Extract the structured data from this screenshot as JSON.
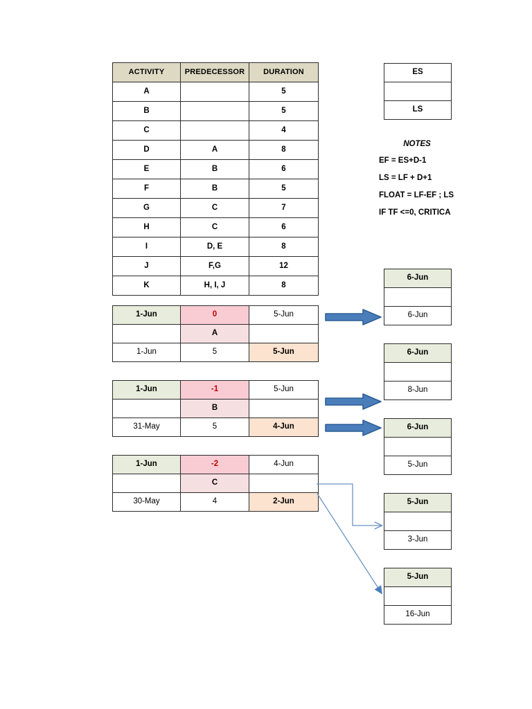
{
  "activity_table": {
    "headers": [
      "ACTIVITY",
      "PREDECESSOR",
      "DURATION"
    ],
    "rows": [
      {
        "activity": "A",
        "predecessor": "",
        "duration": "5"
      },
      {
        "activity": "B",
        "predecessor": "",
        "duration": "5"
      },
      {
        "activity": "C",
        "predecessor": "",
        "duration": "4"
      },
      {
        "activity": "D",
        "predecessor": "A",
        "duration": "8"
      },
      {
        "activity": "E",
        "predecessor": "B",
        "duration": "6"
      },
      {
        "activity": "F",
        "predecessor": "B",
        "duration": "5"
      },
      {
        "activity": "G",
        "predecessor": "C",
        "duration": "7"
      },
      {
        "activity": "H",
        "predecessor": "C",
        "duration": "6"
      },
      {
        "activity": "I",
        "predecessor": "D, E",
        "duration": "8"
      },
      {
        "activity": "J",
        "predecessor": "F,G",
        "duration": "12"
      },
      {
        "activity": "K",
        "predecessor": "H, I, J",
        "duration": "8"
      }
    ]
  },
  "legend": {
    "top": "ES",
    "middle": "",
    "bottom": "LS"
  },
  "notes": {
    "title": "NOTES",
    "lines": [
      "EF = ES+D-1",
      "LS = LF + D+1",
      "FLOAT = LF-EF ; LS",
      "IF TF <=0, CRITICA"
    ]
  },
  "nodes": [
    {
      "id": "node-a",
      "es": "1-Jun",
      "float": "0",
      "ef": "5-Jun",
      "mid_left": "",
      "label": "A",
      "mid_right": "",
      "ls": "1-Jun",
      "duration": "5",
      "lf": "5-Jun"
    },
    {
      "id": "node-b",
      "es": "1-Jun",
      "float": "-1",
      "ef": "5-Jun",
      "mid_left": "",
      "label": "B",
      "mid_right": "",
      "ls": "31-May",
      "duration": "5",
      "lf": "4-Jun"
    },
    {
      "id": "node-c",
      "es": "1-Jun",
      "float": "-2",
      "ef": "4-Jun",
      "mid_left": "",
      "label": "C",
      "mid_right": "",
      "ls": "30-May",
      "duration": "4",
      "lf": "2-Jun"
    }
  ],
  "mininodes": [
    {
      "id": "mini-1",
      "top": "6-Jun",
      "middle": "",
      "bottom": "6-Jun"
    },
    {
      "id": "mini-2",
      "top": "6-Jun",
      "middle": "",
      "bottom": "8-Jun"
    },
    {
      "id": "mini-3",
      "top": "6-Jun",
      "middle": "",
      "bottom": "5-Jun"
    },
    {
      "id": "mini-4",
      "top": "5-Jun",
      "middle": "",
      "bottom": "3-Jun"
    },
    {
      "id": "mini-5",
      "top": "5-Jun",
      "middle": "",
      "bottom": "16-Jun"
    }
  ],
  "colors": {
    "table_header": "#ddd9c3",
    "es_green": "#e8ecdc",
    "float_pink": "#f9ccd4",
    "label_pink": "#f6dfe1",
    "lf_peach": "#fce3d0",
    "float_text": "#c00000",
    "arrow_fill": "#4a7ebb",
    "arrow_stroke": "#2e5e96",
    "connector_line": "#6b92c4",
    "border": "#2b2b2b"
  }
}
